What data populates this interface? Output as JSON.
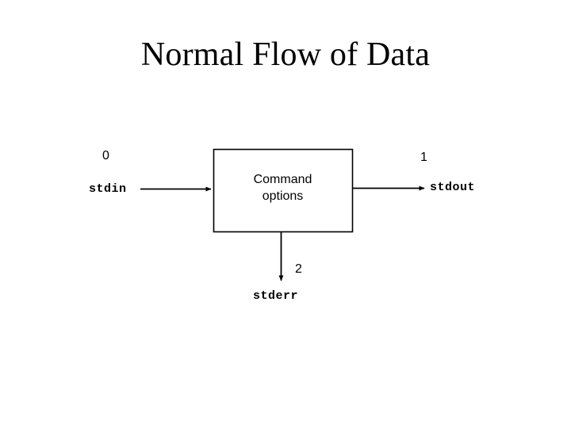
{
  "slide": {
    "title": "Normal Flow of Data",
    "background_color": "#ffffff",
    "ink_color": "#000000"
  },
  "diagram": {
    "type": "flow",
    "process": {
      "label_line1": "Command",
      "label_line2": "options",
      "shape": "rectangle"
    },
    "streams": [
      {
        "fd": "0",
        "name": "stdin",
        "direction": "into-process",
        "side": "left"
      },
      {
        "fd": "1",
        "name": "stdout",
        "direction": "out-of-process",
        "side": "right"
      },
      {
        "fd": "2",
        "name": "stderr",
        "direction": "out-of-process",
        "side": "bottom"
      }
    ]
  }
}
